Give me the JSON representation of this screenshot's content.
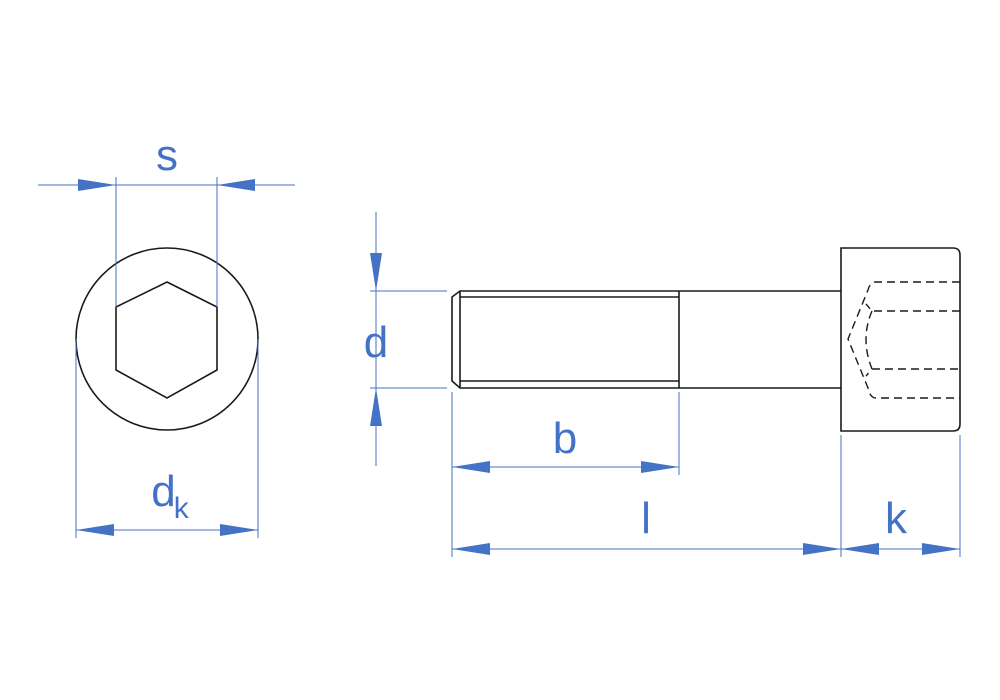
{
  "labels": {
    "s": "s",
    "d": "d",
    "dk_main": "d",
    "dk_sub": "k",
    "b": "b",
    "l": "l",
    "k": "k"
  },
  "colors": {
    "dimension": "#4472c4",
    "outline": "#1a1a1a"
  }
}
